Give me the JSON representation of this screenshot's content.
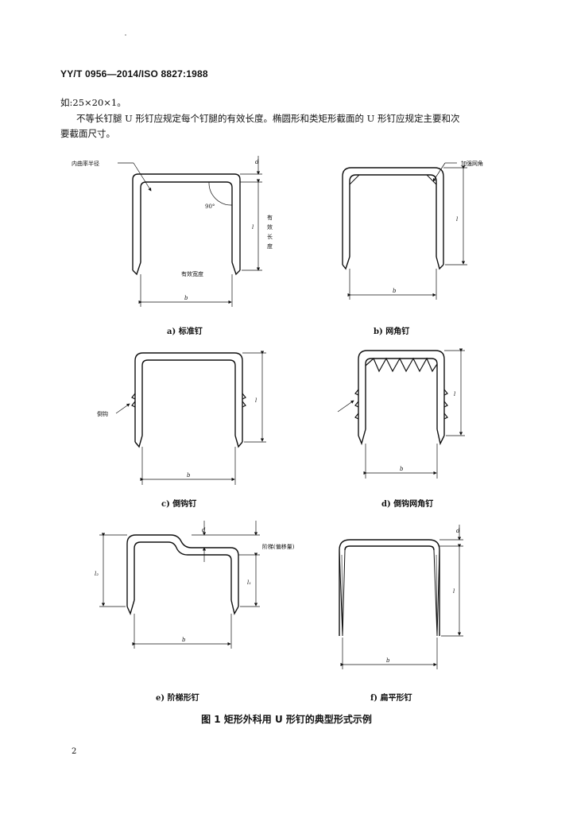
{
  "header": "YY/T 0956—2014/ISO 8827:1988",
  "paragraphs": [
    "如:25×20×1。",
    "不等长钉腿 U 形钉应规定每个钉腿的有效长度。椭圆形和类矩形截面的 U 形钉应规定主要和次",
    "要截面尺寸。"
  ],
  "figure": {
    "title": "图 1   矩形外科用 U 形钉的典型形式示例",
    "captions": {
      "a": "a)   标准钉",
      "b": "b)   网角钉",
      "c": "c)   倒钩钉",
      "d": "d)   倒钩网角钉",
      "e": "e)   阶梯形钉",
      "f": "f)   扁平形钉"
    },
    "labels": {
      "inner_bend_radius": "内曲率半径",
      "reinforced_corner": "加强网角",
      "angle_90": "90°",
      "effective_length": [
        "有",
        "效",
        "长",
        "度"
      ],
      "effective_width": "有效宽度",
      "barb": "倒钩",
      "step_offset": "阶梯(偏移量)",
      "b": "b",
      "l": "l",
      "d": "d",
      "l1": "l₁",
      "l2": "l₂"
    }
  },
  "page_number": "2"
}
